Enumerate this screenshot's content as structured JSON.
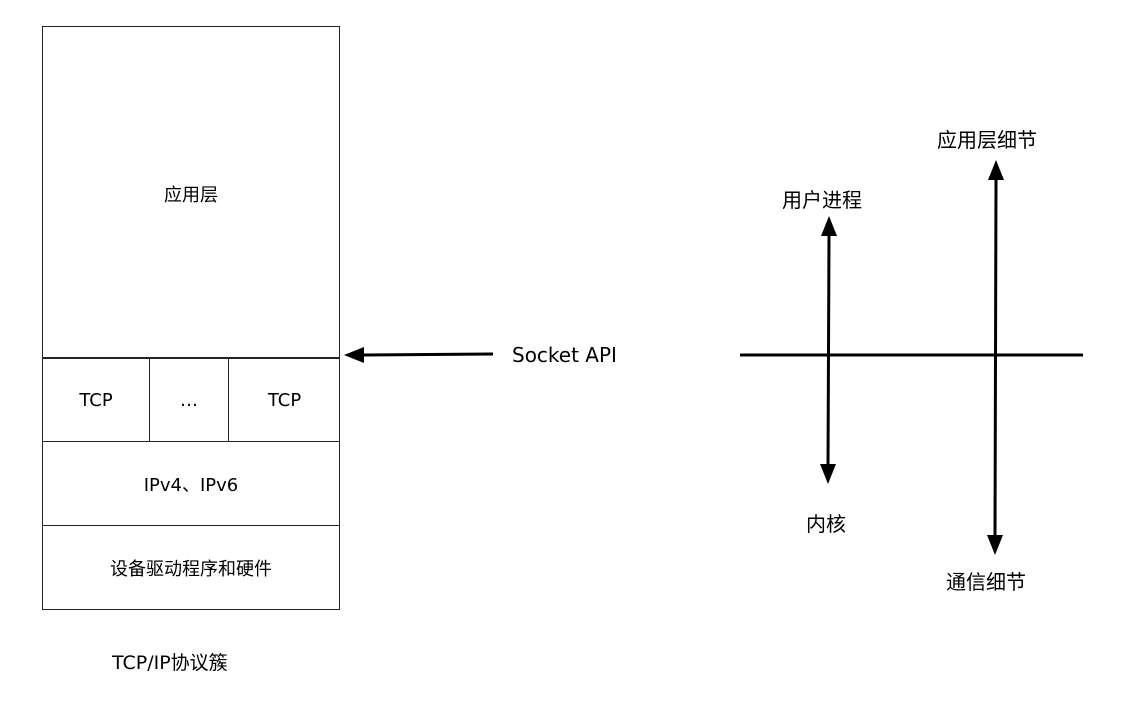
{
  "stack": {
    "application_layer": "应用层",
    "transport_cells": [
      "TCP",
      "…",
      "TCP"
    ],
    "network_layer": "IPv4、IPv6",
    "link_layer": "设备驱动程序和硬件",
    "caption": "TCP/IP协议簇"
  },
  "interface": {
    "label": "Socket API"
  },
  "axes": {
    "left_up": "用户进程",
    "left_down": "内核",
    "right_up": "应用层细节",
    "right_down": "通信细节"
  }
}
